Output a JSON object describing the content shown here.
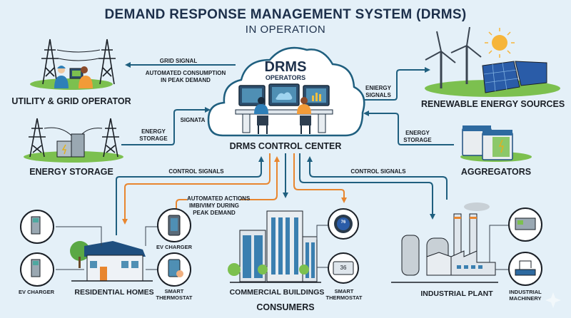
{
  "title": "DEMAND RESPONSE MANAGEMENT SYSTEM (DRMS)",
  "subtitle": "IN OPERATION",
  "center": {
    "cloud_title": "DRMS",
    "cloud_subtitle": "OPERATORS",
    "label": "DRMS CONTROL CENTER"
  },
  "nodes": {
    "utility": "UTILITY & GRID OPERATOR",
    "storage": "ENERGY STORAGE",
    "renewables": "RENEWABLE ENERGY SOURCES",
    "aggregators": "AGGREGATORS",
    "residential": "RESIDENTIAL HOMES",
    "commercial": "COMMERCIAL BUILDINGS",
    "industrial": "INDUSTRIAL PLANT",
    "consumers": "CONSUMERS"
  },
  "flows": {
    "grid_signal": "GRID SIGNAL",
    "automated_consumption": [
      "AUTOMATED CONSUMPTION",
      "IN PEAK DEMAND"
    ],
    "signata": "SIGNATA",
    "energy_storage_left": [
      "ENERGY",
      "STORAGE"
    ],
    "energy_signals": [
      "ENIERGY",
      "SIGNALS"
    ],
    "energy_storage_right": [
      "ENERGY",
      "STORAGE"
    ],
    "control_signals_left": "CONTROL SIGNALS",
    "control_signals_right": "CONTROL SIGNALS",
    "automated_actions": [
      "AUTOMATED ACTIONS",
      "IMBIVIMY DURING",
      "PEAK DEMAND"
    ]
  },
  "devices": {
    "ev_charger_left": "EV CHARGER",
    "ev_charger_right": "EV CHARGER",
    "smart_thermostat_home": [
      "SMART",
      "THERMOSTAT"
    ],
    "smart_thermostat_commercial": [
      "SMART",
      "THERMOSTAT"
    ],
    "thermostat_reading_1": "76",
    "thermostat_reading_2": "36",
    "industrial_machinery": [
      "INDUSTRIAL",
      "MACHINERY"
    ]
  },
  "colors": {
    "background": "#e4f0f8",
    "signal_blue": "#1f5f7f",
    "action_orange": "#e8862f",
    "title_navy": "#1c2f4a",
    "grass": "#7cc04f"
  }
}
